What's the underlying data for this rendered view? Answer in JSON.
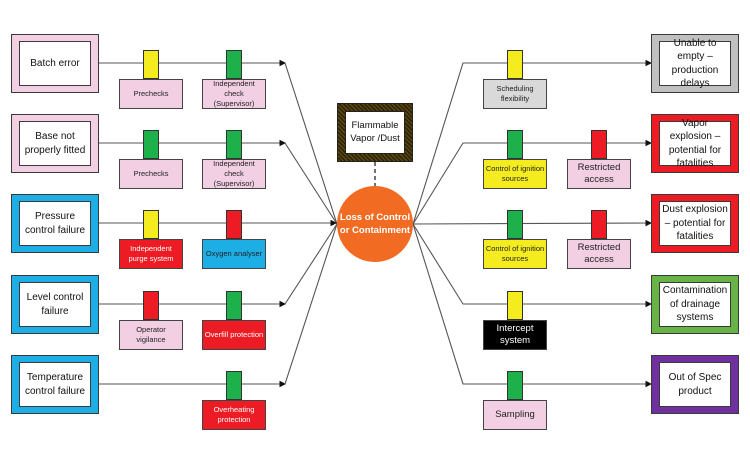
{
  "colors": {
    "pink": "#f2cfe3",
    "blue": "#1eaee6",
    "gray": "#c0c0c0",
    "red": "#ed1c24",
    "green": "#67b346",
    "purple": "#7030a0",
    "yellow": "#f5ec1f",
    "barrier_green": "#1db04b",
    "orange": "#f26b22",
    "black": "#000000",
    "light_gray": "#d9d9d9"
  },
  "hazard": {
    "label": "Flammable Vapor /Dust"
  },
  "top_event": {
    "label": "Loss of Control or Containment"
  },
  "causes": [
    {
      "label": "Batch error",
      "frame": "pink",
      "barriers": [
        {
          "label": "Prechecks",
          "tab": "yellow",
          "box": "pink",
          "text": "dark"
        },
        {
          "label": "Independent check (Supervisor)",
          "tab": "barrier_green",
          "box": "pink",
          "text": "dark"
        }
      ]
    },
    {
      "label": "Base not properly fitted",
      "frame": "pink",
      "barriers": [
        {
          "label": "Prechecks",
          "tab": "barrier_green",
          "box": "pink",
          "text": "dark"
        },
        {
          "label": "Independent check (Supervisor)",
          "tab": "barrier_green",
          "box": "pink",
          "text": "dark"
        }
      ]
    },
    {
      "label": "Pressure control failure",
      "frame": "blue",
      "barriers": [
        {
          "label": "Independent purge system",
          "tab": "yellow",
          "box": "red",
          "text": "light"
        },
        {
          "label": "Oxygen analyser",
          "tab": "red",
          "box": "blue",
          "text": "dark"
        }
      ]
    },
    {
      "label": "Level control failure",
      "frame": "blue",
      "barriers": [
        {
          "label": "Operator vigilance",
          "tab": "red",
          "box": "pink",
          "text": "dark"
        },
        {
          "label": "Overfill protection",
          "tab": "barrier_green",
          "box": "red",
          "text": "light"
        }
      ]
    },
    {
      "label": "Temperature control failure",
      "frame": "blue",
      "barriers": [
        {
          "label": "Overheating protection",
          "tab": "barrier_green",
          "box": "red",
          "text": "light"
        }
      ]
    }
  ],
  "consequences": [
    {
      "label": "Unable to empty – production delays",
      "frame": "gray",
      "barriers": [
        {
          "label": "Scheduling flexibility",
          "tab": "yellow",
          "box": "light_gray",
          "text": "dark"
        }
      ]
    },
    {
      "label": "Vapor explosion – potential for fatalities",
      "frame": "red",
      "barriers": [
        {
          "label": "Control of ignition sources",
          "tab": "barrier_green",
          "box": "yellow",
          "text": "dark"
        },
        {
          "label": "Restricted access",
          "tab": "red",
          "box": "pink",
          "text": "dark",
          "big": true
        }
      ]
    },
    {
      "label": "Dust explosion – potential for fatalities",
      "frame": "red",
      "barriers": [
        {
          "label": "Control of ignition sources",
          "tab": "barrier_green",
          "box": "yellow",
          "text": "dark"
        },
        {
          "label": "Restricted access",
          "tab": "red",
          "box": "pink",
          "text": "dark",
          "big": true
        }
      ]
    },
    {
      "label": "Contamination of drainage systems",
      "frame": "green",
      "barriers": [
        {
          "label": "Intercept system",
          "tab": "yellow",
          "box": "black",
          "text": "light",
          "big": true
        }
      ]
    },
    {
      "label": "Out of Spec product",
      "frame": "purple",
      "barriers": [
        {
          "label": "Sampling",
          "tab": "barrier_green",
          "box": "pink",
          "text": "dark",
          "big": true
        }
      ]
    }
  ]
}
